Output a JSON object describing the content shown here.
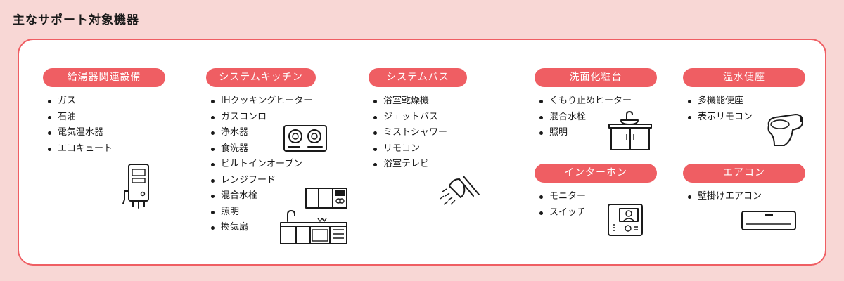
{
  "title": "主なサポート対象機器",
  "colors": {
    "accent": "#ef5e63",
    "background": "#f8d7d5",
    "card": "#ffffff"
  },
  "groups": [
    {
      "label": "給湯器関連設備",
      "items": [
        "ガス",
        "石油",
        "電気温水器",
        "エコキュート"
      ],
      "icon": "water-heater-icon"
    },
    {
      "label": "システムキッチン",
      "items": [
        "IHクッキングヒーター",
        "ガスコンロ",
        "浄水器",
        "食洗器",
        "ビルトインオーブン",
        "レンジフード",
        "混合水栓",
        "照明",
        "換気扇"
      ],
      "icon": "kitchen-icon"
    },
    {
      "label": "システムバス",
      "items": [
        "浴室乾燥機",
        "ジェットバス",
        "ミストシャワー",
        "リモコン",
        "浴室テレビ"
      ],
      "icon": "shower-icon"
    },
    {
      "label": "洗面化粧台",
      "items": [
        "くもり止めヒーター",
        "混合水栓",
        "照明"
      ],
      "icon": "vanity-icon"
    },
    {
      "label": "インターホン",
      "items": [
        "モニター",
        "スイッチ"
      ],
      "icon": "intercom-icon"
    },
    {
      "label": "温水便座",
      "items": [
        "多機能便座",
        "表示リモコン"
      ],
      "icon": "toilet-icon"
    },
    {
      "label": "エアコン",
      "items": [
        "壁掛けエアコン"
      ],
      "icon": "air-conditioner-icon"
    }
  ]
}
